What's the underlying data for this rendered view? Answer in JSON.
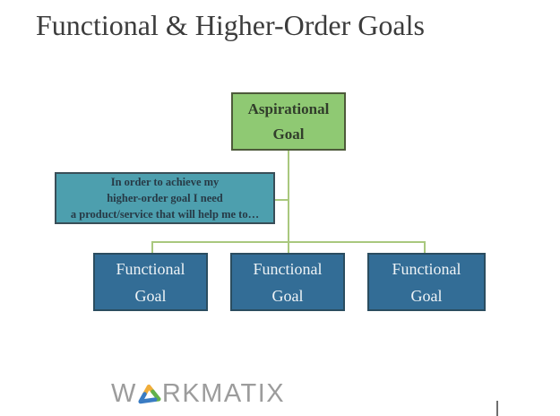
{
  "title": "Functional & Higher-Order Goals",
  "diagram": {
    "aspirational_goal": {
      "line1": "Aspirational",
      "line2": "Goal"
    },
    "callout": {
      "line1": "In order to achieve my",
      "line2": "higher-order goal I need",
      "line3": "a product/service that will help me to…"
    },
    "functional_goals": [
      {
        "line1": "Functional",
        "line2": "Goal"
      },
      {
        "line1": "Functional",
        "line2": "Goal"
      },
      {
        "line1": "Functional",
        "line2": "Goal"
      }
    ]
  },
  "logo": {
    "text_prefix": "W",
    "text_suffix": "RKMATIX"
  },
  "colors": {
    "aspirational_fill": "#8fc973",
    "aspirational_border": "#4d5a3a",
    "callout_fill": "#4d9fae",
    "callout_border": "#394e58",
    "functional_fill": "#336d96",
    "functional_border": "#2b4d60",
    "connector_green": "#a9c87e",
    "title_text": "#3c3c3c",
    "logo_gray": "#9c9c9c",
    "logo_yellow": "#f0ad3a",
    "logo_blue": "#3a7cc3",
    "logo_green": "#62b14a"
  }
}
